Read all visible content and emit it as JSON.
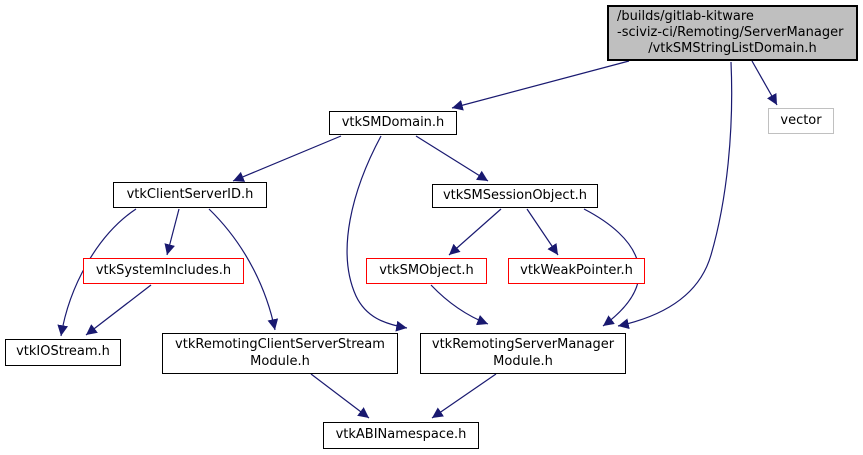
{
  "diagram": {
    "kind": "doxygen-include-dependency-graph",
    "colors": {
      "edge": "#191970",
      "node_border": "#000000",
      "truncated_node_border": "#ff0000",
      "external_node_border": "#c0c0c0",
      "current_node_fill": "#bfbfbf",
      "background": "#ffffff",
      "text": "#000000"
    },
    "nodes": {
      "main": {
        "line1": "/builds/gitlab-kitware",
        "line2": "-sciviz-ci/Remoting/ServerManager",
        "line3": "/vtkSMStringListDomain.h",
        "type": "current"
      },
      "vector": {
        "label": "vector",
        "type": "external"
      },
      "sm_domain": {
        "label": "vtkSMDomain.h",
        "type": "linked"
      },
      "client_server_id": {
        "label": "vtkClientServerID.h",
        "type": "linked"
      },
      "sm_session_object": {
        "label": "vtkSMSessionObject.h",
        "type": "linked"
      },
      "system_includes": {
        "label": "vtkSystemIncludes.h",
        "type": "truncated"
      },
      "sm_object": {
        "label": "vtkSMObject.h",
        "type": "truncated"
      },
      "weak_pointer": {
        "label": "vtkWeakPointer.h",
        "type": "truncated"
      },
      "io_stream": {
        "label": "vtkIOStream.h",
        "type": "linked"
      },
      "stream_module": {
        "line1": "vtkRemotingClientServerStream",
        "line2": "Module.h",
        "type": "linked"
      },
      "manager_module": {
        "line1": "vtkRemotingServerManager",
        "line2": "Module.h",
        "type": "linked"
      },
      "abi_namespace": {
        "label": "vtkABINamespace.h",
        "type": "linked"
      }
    },
    "edges": [
      {
        "from": "main",
        "to": "sm_domain"
      },
      {
        "from": "main",
        "to": "vector"
      },
      {
        "from": "main",
        "to": "manager_module"
      },
      {
        "from": "sm_domain",
        "to": "client_server_id"
      },
      {
        "from": "sm_domain",
        "to": "sm_session_object"
      },
      {
        "from": "sm_domain",
        "to": "manager_module"
      },
      {
        "from": "client_server_id",
        "to": "system_includes"
      },
      {
        "from": "client_server_id",
        "to": "io_stream"
      },
      {
        "from": "client_server_id",
        "to": "stream_module"
      },
      {
        "from": "system_includes",
        "to": "io_stream"
      },
      {
        "from": "sm_session_object",
        "to": "sm_object"
      },
      {
        "from": "sm_session_object",
        "to": "weak_pointer"
      },
      {
        "from": "sm_session_object",
        "to": "manager_module"
      },
      {
        "from": "sm_object",
        "to": "manager_module"
      },
      {
        "from": "stream_module",
        "to": "abi_namespace"
      },
      {
        "from": "manager_module",
        "to": "abi_namespace"
      }
    ]
  }
}
